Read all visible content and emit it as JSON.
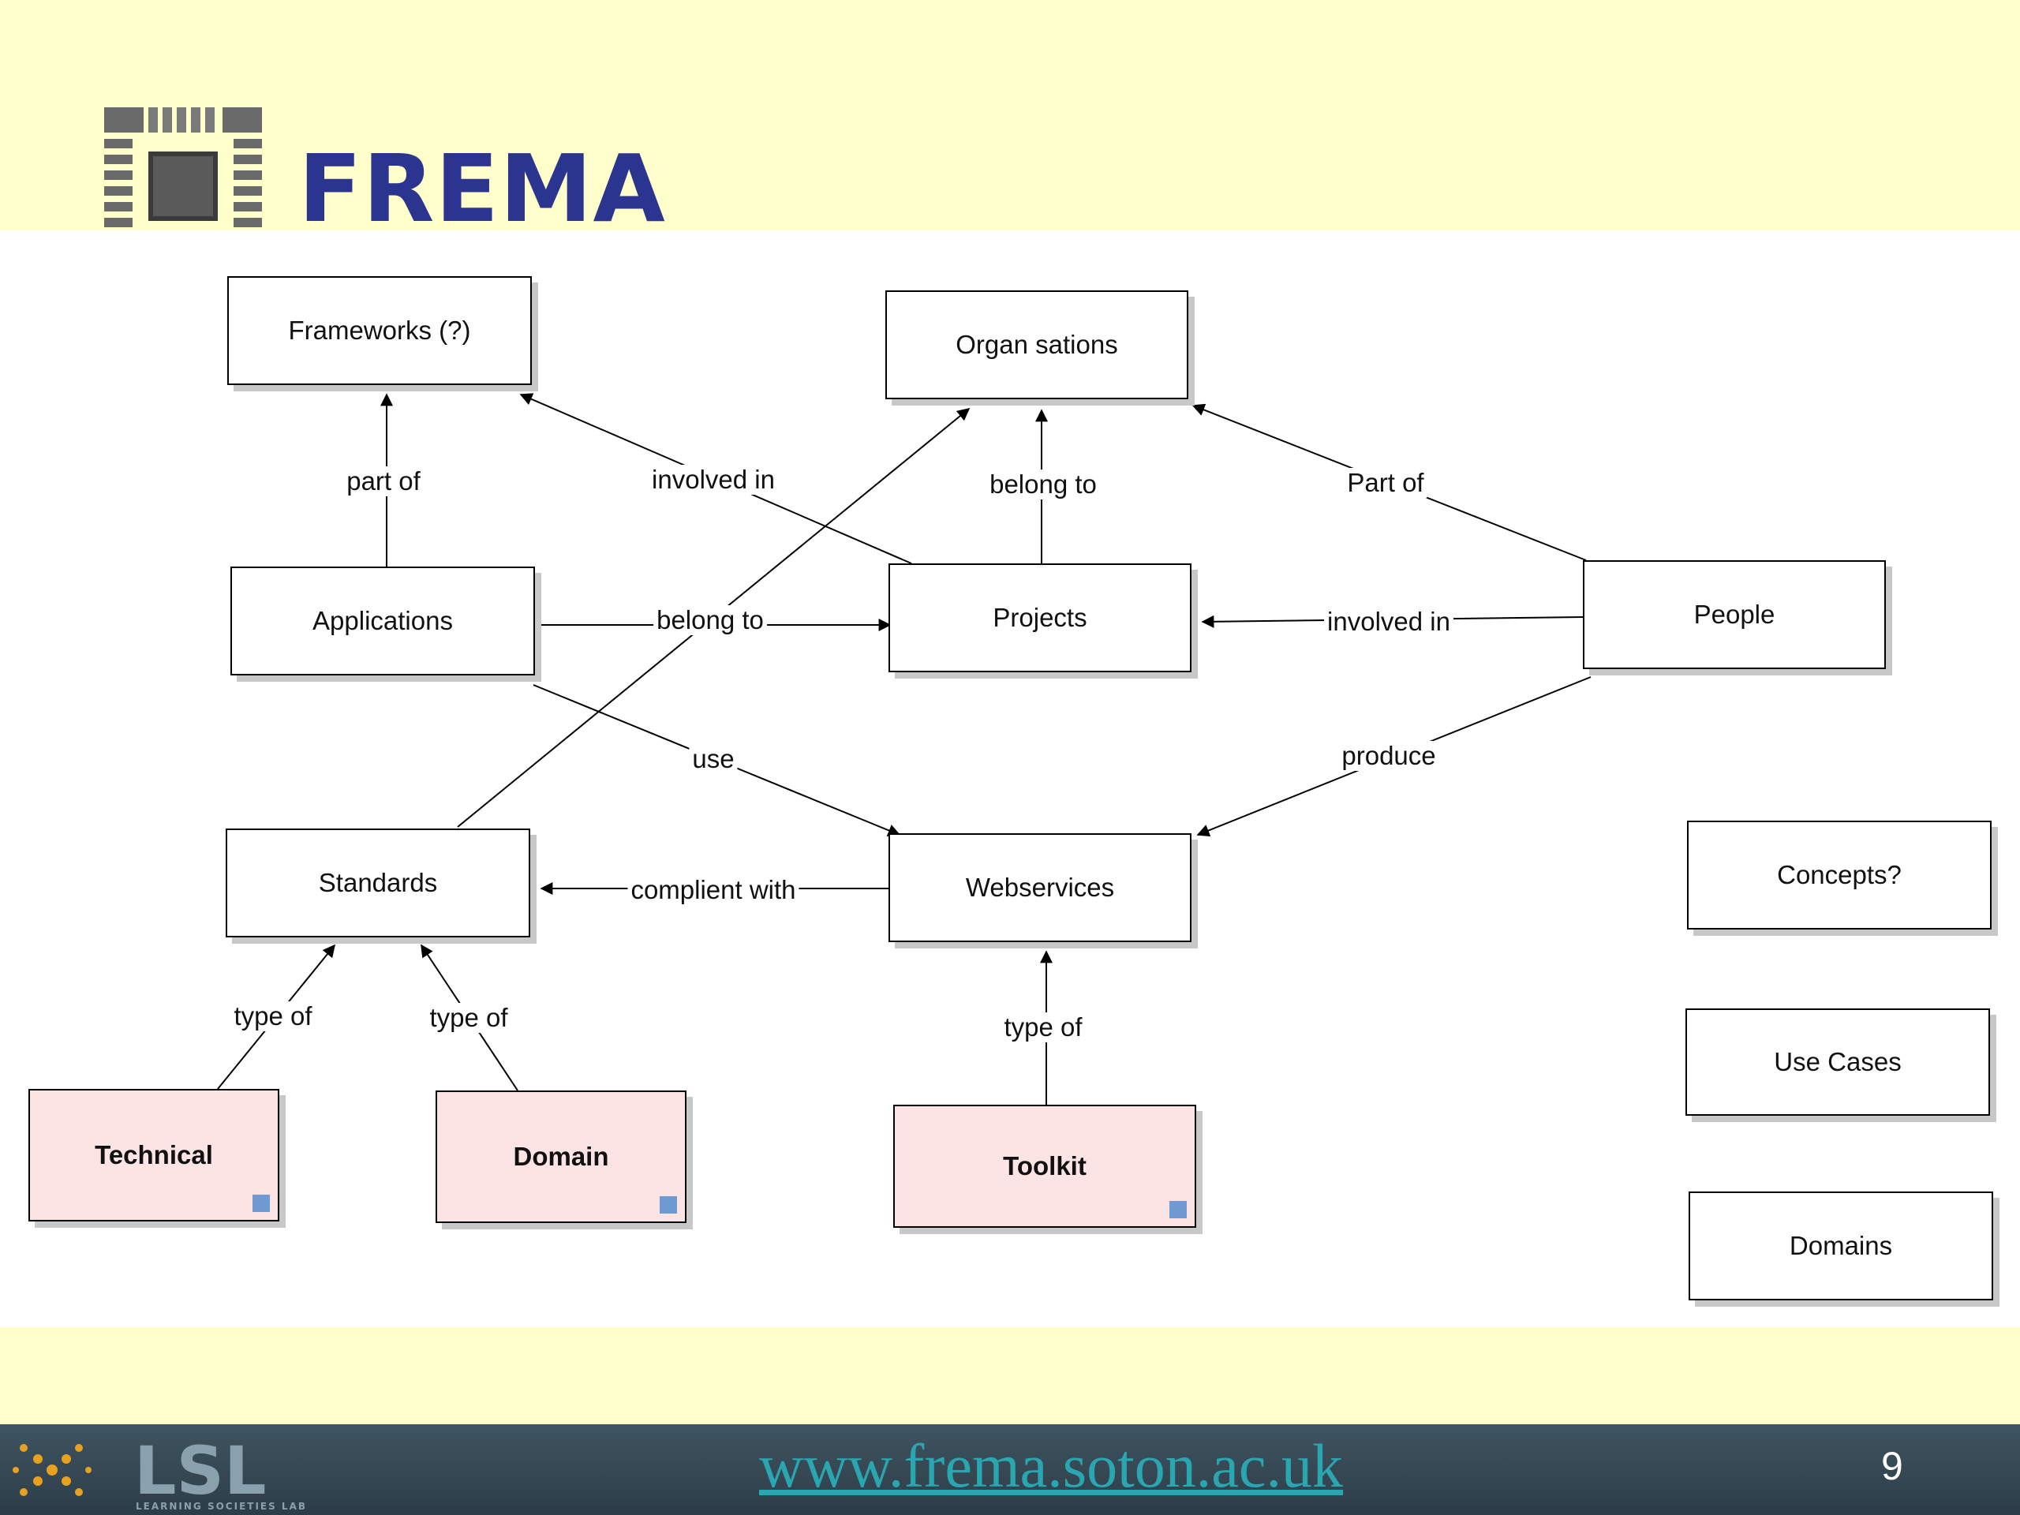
{
  "header": {
    "brand": "FREMA"
  },
  "nodes": {
    "frameworks": "Frameworks (?)",
    "organisations": "Organ sations",
    "applications": "Applications",
    "projects": "Projects",
    "people": "People",
    "standards": "Standards",
    "webservices": "Webservices",
    "concepts": "Concepts?",
    "use_cases": "Use Cases",
    "domains": "Domains",
    "technical": "Technical",
    "domain": "Domain",
    "toolkit": "Toolkit"
  },
  "edges": {
    "part_of": "part of",
    "involved_in_frameworks": "involved in",
    "belong_to_org": "belong to",
    "part_of_people": "Part of",
    "belong_to_projects": "belong to",
    "involved_in_people": "involved in",
    "use": "use",
    "produce": "produce",
    "complient_with": "complient with",
    "type_of_technical": "type of",
    "type_of_domain": "type of",
    "type_of_toolkit": "type of"
  },
  "footer": {
    "lab_name": "LEARNING SOCIETIES LAB",
    "logo_text": "LSL",
    "url": "www.frema.soton.ac.uk",
    "page_number": "9"
  },
  "colors": {
    "brand": "#2b3590",
    "header_bg": "#ffffcc",
    "pink_node": "#fde4e4",
    "marker": "#6f9ad1",
    "url": "#2aa6b0"
  }
}
